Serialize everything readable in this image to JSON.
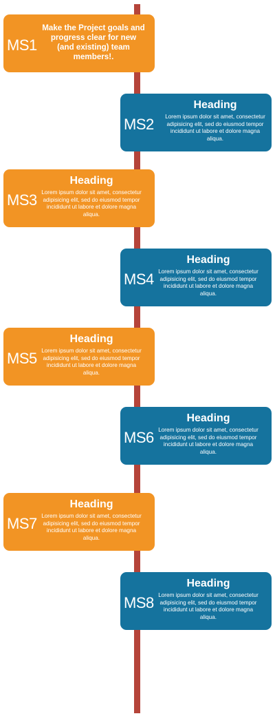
{
  "colors": {
    "line": "#b5443a",
    "orange": "#f29424",
    "blue": "#15739e"
  },
  "milestones": [
    {
      "label": "MS1",
      "heading": "",
      "body": "Make the Project goals and progress clear for new (and existing) team members!.",
      "color": "orange"
    },
    {
      "label": "MS2",
      "heading": "Heading",
      "body": "Lorem ipsum dolor sit amet, consectetur adipisicing elit, sed do eiusmod tempor incididunt ut labore et dolore magna aliqua.",
      "color": "blue"
    },
    {
      "label": "MS3",
      "heading": "Heading",
      "body": "Lorem ipsum dolor sit amet, consectetur adipisicing elit, sed do eiusmod tempor incididunt ut labore et dolore magna aliqua.",
      "color": "orange"
    },
    {
      "label": "MS4",
      "heading": "Heading",
      "body": "Lorem ipsum dolor sit amet, consectetur adipisicing elit, sed do eiusmod tempor incididunt ut labore et dolore magna aliqua.",
      "color": "blue"
    },
    {
      "label": "MS5",
      "heading": "Heading",
      "body": "Lorem ipsum dolor sit amet, consectetur adipisicing elit, sed do eiusmod tempor incididunt ut labore et dolore magna aliqua.",
      "color": "orange"
    },
    {
      "label": "MS6",
      "heading": "Heading",
      "body": "Lorem ipsum dolor sit amet, consectetur adipisicing elit, sed do eiusmod tempor incididunt ut labore et dolore magna aliqua.",
      "color": "blue"
    },
    {
      "label": "MS7",
      "heading": "Heading",
      "body": "Lorem ipsum dolor sit amet, consectetur adipisicing elit, sed do eiusmod tempor incididunt ut labore et dolore magna aliqua.",
      "color": "orange"
    },
    {
      "label": "MS8",
      "heading": "Heading",
      "body": "Lorem ipsum dolor sit amet, consectetur adipisicing elit, sed do eiusmod tempor incididunt ut labore et dolore magna aliqua.",
      "color": "blue"
    }
  ]
}
